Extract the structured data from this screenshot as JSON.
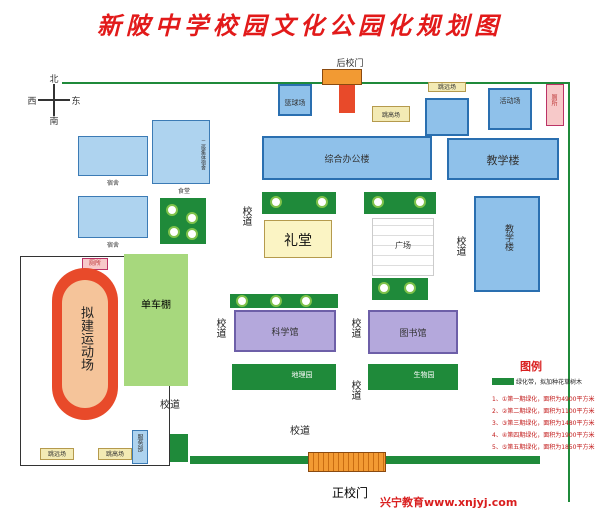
{
  "title": "新陂中学校园文化公园化规划图",
  "gates": {
    "back": "后校门",
    "front": "正校门"
  },
  "compass": {
    "north": "北",
    "south": "南",
    "east": "东",
    "west": "西"
  },
  "buildings": {
    "basketball": "篮球场",
    "tiaoyuan_top": "跳远场",
    "tiaogao": "跳高场",
    "activity": "活动场",
    "toilet_top": "厕所",
    "office": "综合办公楼",
    "teaching1": "教学楼",
    "teaching2": "教学楼",
    "dorm_sub": "二级集体宿舍",
    "dorm1": "宿舍",
    "canteen": "食堂",
    "dorm2": "宿舍",
    "hall": "礼堂",
    "square": "广场",
    "toilet_left": "厕所",
    "bike": "单车棚",
    "track": "拟建运动场",
    "science": "科学馆",
    "library": "图书馆",
    "geo_garden": "地理园",
    "bio_garden": "生物园",
    "tiaoyuan_bottom1": "跳远场",
    "tiaoyuan_bottom2": "跳高场",
    "shop": "服务部"
  },
  "roads": [
    "校道",
    "校道",
    "校道",
    "校道",
    "校道",
    "校道",
    "校道"
  ],
  "legend": {
    "title": "图例",
    "green_desc": "绿化带，拟加种花草树木",
    "items": [
      "1、①第一期绿化，面积为4900平方米",
      "2、②第二期绿化，面积为1100平方米",
      "3、③第三期绿化，面积为1480平方米",
      "4、④第四期绿化，面积为1900平方米",
      "5、⑤第五期绿化，面积为1850平方米"
    ]
  },
  "watermark": "兴宁教育www.xnjyj.com",
  "colors": {
    "title": "#e21a1a",
    "building_blue": "#8fc1ea",
    "green_belt": "#1f8a3a",
    "track_red": "#e84a2a",
    "gate_orange": "#f29a33",
    "science_purple": "#b4a8dc"
  }
}
